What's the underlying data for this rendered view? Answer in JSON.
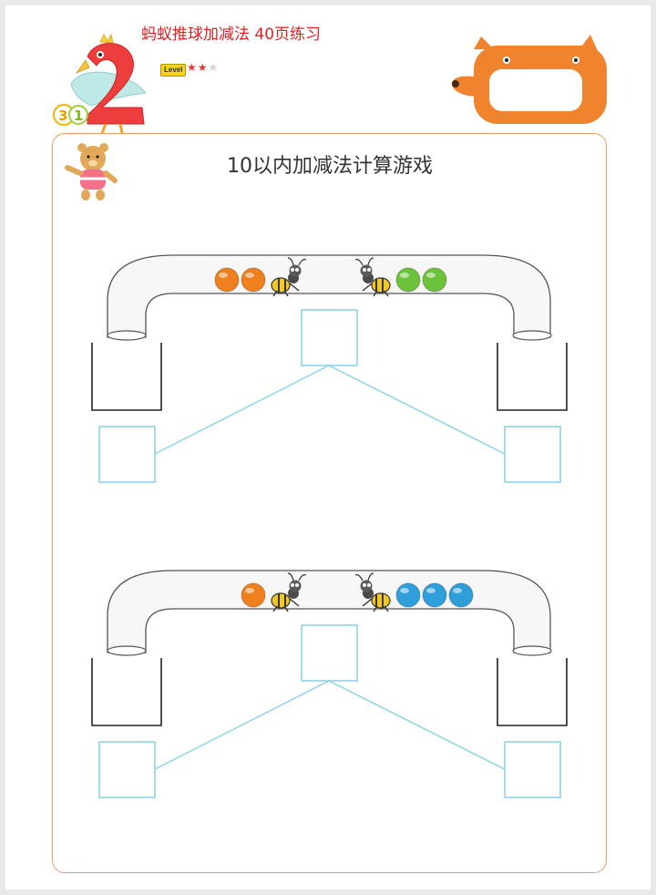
{
  "header": {
    "title": "蚂蚁推球加减法 40页练习",
    "level_label": "Level",
    "stars_filled": 2,
    "stars_total": 3
  },
  "worksheet": {
    "title": "10以内加减法计算游戏",
    "problems": [
      {
        "left_balls": 2,
        "left_color": "#f07f1d",
        "right_balls": 2,
        "right_color": "#6cc23a"
      },
      {
        "left_balls": 1,
        "left_color": "#f07f1d",
        "right_balls": 3,
        "right_color": "#2f9fdc"
      }
    ]
  },
  "colors": {
    "frame": "#ef9b66",
    "box": "#8dd3ea",
    "title_red": "#e02020"
  },
  "icons": [
    "flamingo-number-two-icon",
    "fox-name-tag-icon",
    "bear-icon",
    "ant-icon"
  ]
}
